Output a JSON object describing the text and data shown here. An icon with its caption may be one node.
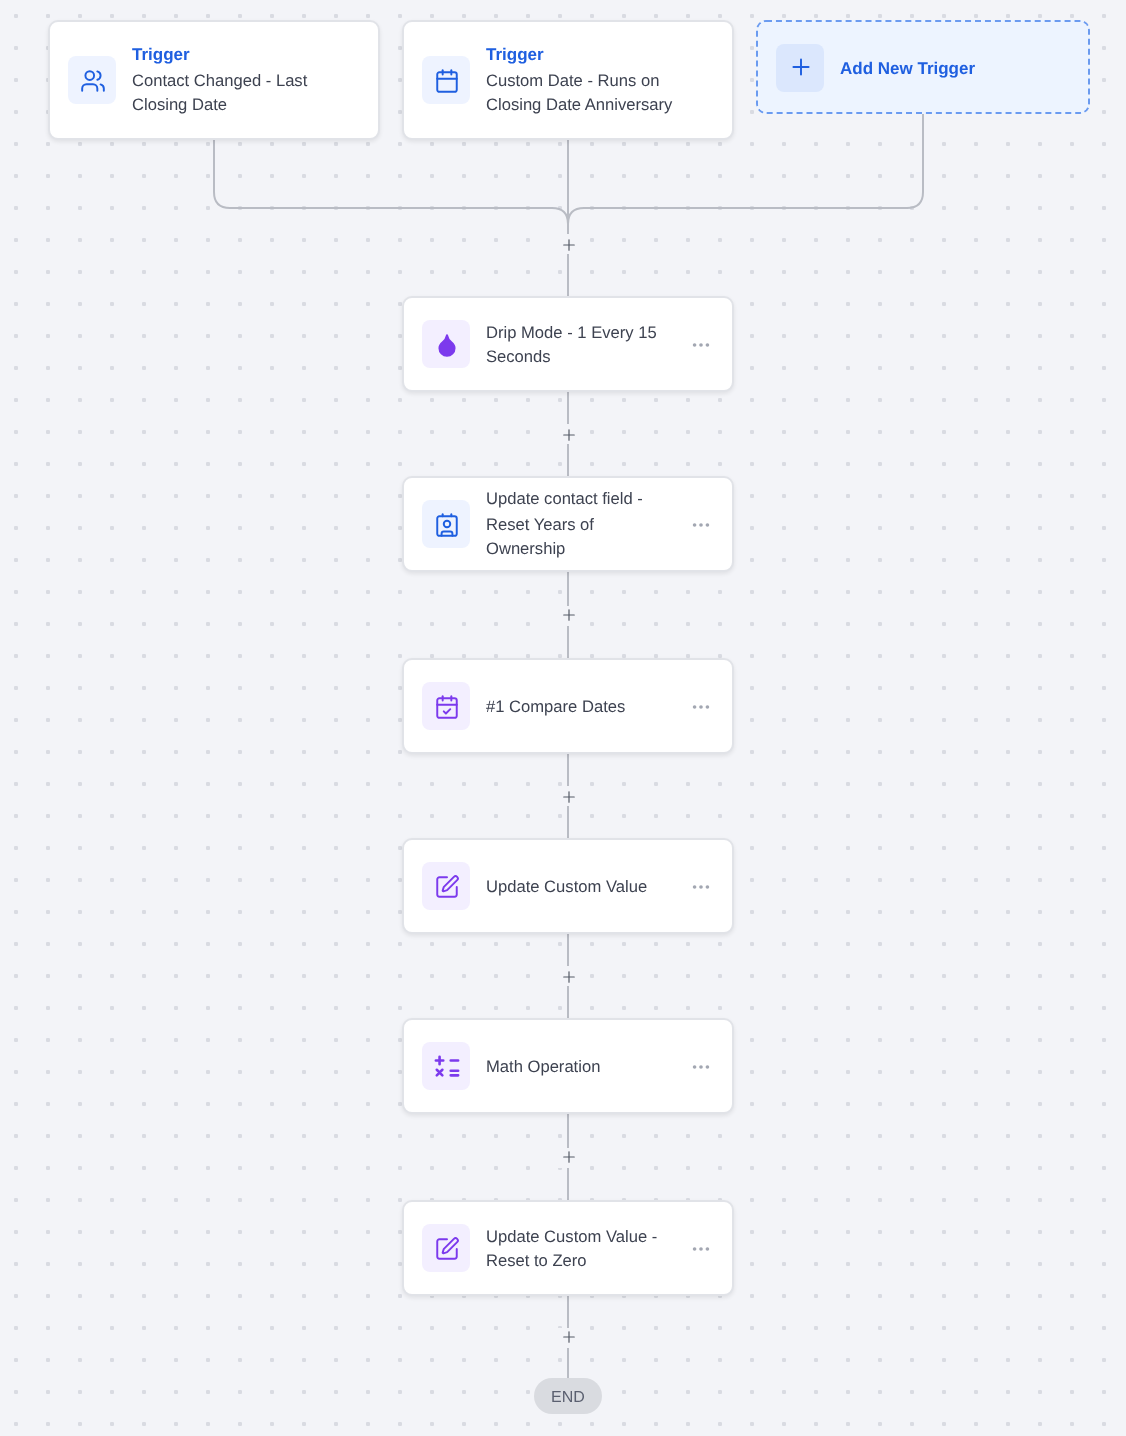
{
  "diagram": {
    "nodes": [
      {
        "text": [
          "Trigger",
          "Contact Changed - Last Closing Date"
        ]
      },
      {
        "text": [
          "Trigger",
          "Custom Date - Runs on Closing Date Anniversary"
        ]
      },
      {
        "text": [
          "Add New Trigger"
        ]
      },
      {
        "text": [
          "Drip Mode - 1 Every 15 Seconds"
        ]
      },
      {
        "text": [
          "Update contact field - Reset Years of Ownership"
        ]
      },
      {
        "text": [
          "#1 Compare Dates"
        ]
      },
      {
        "text": [
          "Update Custom Value"
        ]
      },
      {
        "text": [
          "Math Operation"
        ]
      },
      {
        "text": [
          "Update Custom Value - Reset to Zero"
        ]
      },
      {
        "text": [
          "END"
        ]
      }
    ],
    "edges": [
      {
        "from": 0,
        "to": 3,
        "arrow": "none"
      },
      {
        "from": 1,
        "to": 3,
        "arrow": "none"
      },
      {
        "from": 2,
        "to": 3,
        "arrow": "none"
      },
      {
        "from": 3,
        "to": 4,
        "arrow": "none"
      },
      {
        "from": 4,
        "to": 5,
        "arrow": "none"
      },
      {
        "from": 5,
        "to": 6,
        "arrow": "none"
      },
      {
        "from": 6,
        "to": 7,
        "arrow": "none"
      },
      {
        "from": 7,
        "to": 8,
        "arrow": "none"
      },
      {
        "from": 8,
        "to": 9,
        "arrow": "none"
      }
    ]
  }
}
